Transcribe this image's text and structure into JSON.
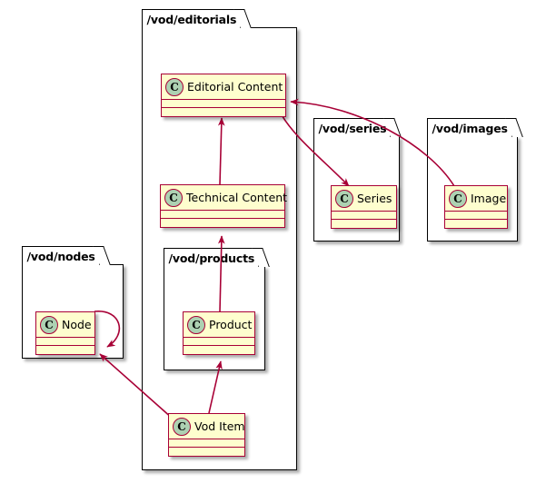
{
  "diagram": {
    "type": "uml-class-diagram",
    "colors": {
      "class_fill": "#FEFECE",
      "class_border": "#A80036",
      "stereotype_circle": "#ADD1B2",
      "package_border": "#000000",
      "arrow": "#A80036",
      "background": "#FFFFFF"
    },
    "packages": [
      {
        "id": "editorials",
        "label": "/vod/editorials"
      },
      {
        "id": "series",
        "label": "/vod/series"
      },
      {
        "id": "images",
        "label": "/vod/images"
      },
      {
        "id": "nodes",
        "label": "/vod/nodes"
      },
      {
        "id": "products",
        "label": "/vod/products"
      }
    ],
    "classes": [
      {
        "id": "editorial-content",
        "name": "Editorial Content",
        "stereotype": "C",
        "package": "editorials"
      },
      {
        "id": "technical-content",
        "name": "Technical Content",
        "stereotype": "C",
        "package": "editorials"
      },
      {
        "id": "vod-item",
        "name": "Vod Item",
        "stereotype": "C",
        "package": "editorials"
      },
      {
        "id": "series",
        "name": "Series",
        "stereotype": "C",
        "package": "series"
      },
      {
        "id": "image",
        "name": "Image",
        "stereotype": "C",
        "package": "images"
      },
      {
        "id": "node",
        "name": "Node",
        "stereotype": "C",
        "package": "nodes"
      },
      {
        "id": "product",
        "name": "Product",
        "stereotype": "C",
        "package": "products"
      }
    ],
    "relations": [
      {
        "from": "technical-content",
        "to": "editorial-content",
        "arrow": "open"
      },
      {
        "from": "product",
        "to": "technical-content",
        "arrow": "open"
      },
      {
        "from": "vod-item",
        "to": "product",
        "arrow": "open"
      },
      {
        "from": "vod-item",
        "to": "node",
        "arrow": "open"
      },
      {
        "from": "node",
        "to": "node",
        "arrow": "open"
      },
      {
        "from": "editorial-content",
        "to": "series",
        "arrow": "open"
      },
      {
        "from": "image",
        "to": "editorial-content",
        "arrow": "open"
      }
    ]
  }
}
